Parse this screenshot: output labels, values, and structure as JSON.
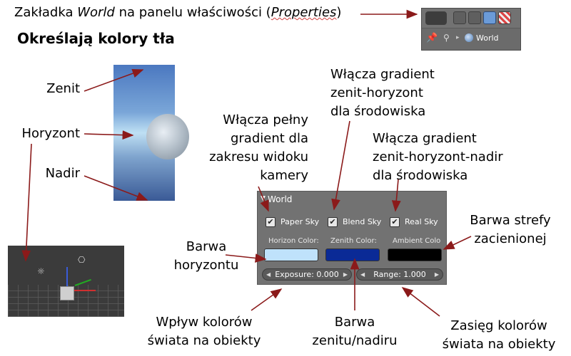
{
  "header": {
    "title_pre": "Zakładka ",
    "title_world": "World",
    "title_mid": " na panelu właściwości (",
    "title_properties": "Properties",
    "title_post": ")",
    "heading": "Określają kolory tła"
  },
  "props_header": {
    "world_label": "World"
  },
  "labels": {
    "zenit": "Zenit",
    "horyzont": "Horyzont",
    "nadir": "Nadir",
    "paper_sky_desc": [
      "Włącza pełny",
      "gradient dla",
      "zakresu widoku",
      "kamery"
    ],
    "blend_sky_desc": [
      "Włącza gradient",
      "zenit-horyzont",
      "dla środowiska"
    ],
    "real_sky_desc": [
      "Włącza gradient",
      "zenit-horyzont-nadir",
      "dla środowiska"
    ],
    "ambient_desc": [
      "Barwa strefy",
      "zacienionej"
    ],
    "horizon_desc": [
      "Barwa",
      "horyzontu"
    ],
    "exposure_desc": [
      "Wpływ kolorów",
      "świata na obiekty"
    ],
    "zenith_desc": [
      "Barwa",
      "zenitu/nadiru"
    ],
    "range_desc": [
      "Zasięg kolorów",
      "świata na obiekty"
    ]
  },
  "world_panel": {
    "title": "World",
    "paper_sky": "Paper Sky",
    "blend_sky": "Blend Sky",
    "real_sky": "Real Sky",
    "horizon_color_label": "Horizon Color:",
    "zenith_color_label": "Zenith Color:",
    "ambient_color_label": "Ambient Colo",
    "exposure": "Exposure: 0.000",
    "range": "Range: 1.000",
    "colors": {
      "horizon": "#bfe2fb",
      "zenith": "#0a2a96",
      "ambient": "#000000"
    }
  },
  "icons": [
    "checkbox-icon",
    "world-icon",
    "pin-icon",
    "lamp-icon",
    "camera-icon"
  ],
  "colors": {
    "arrow": "#8b1a1a",
    "panel_bg": "#727272"
  }
}
